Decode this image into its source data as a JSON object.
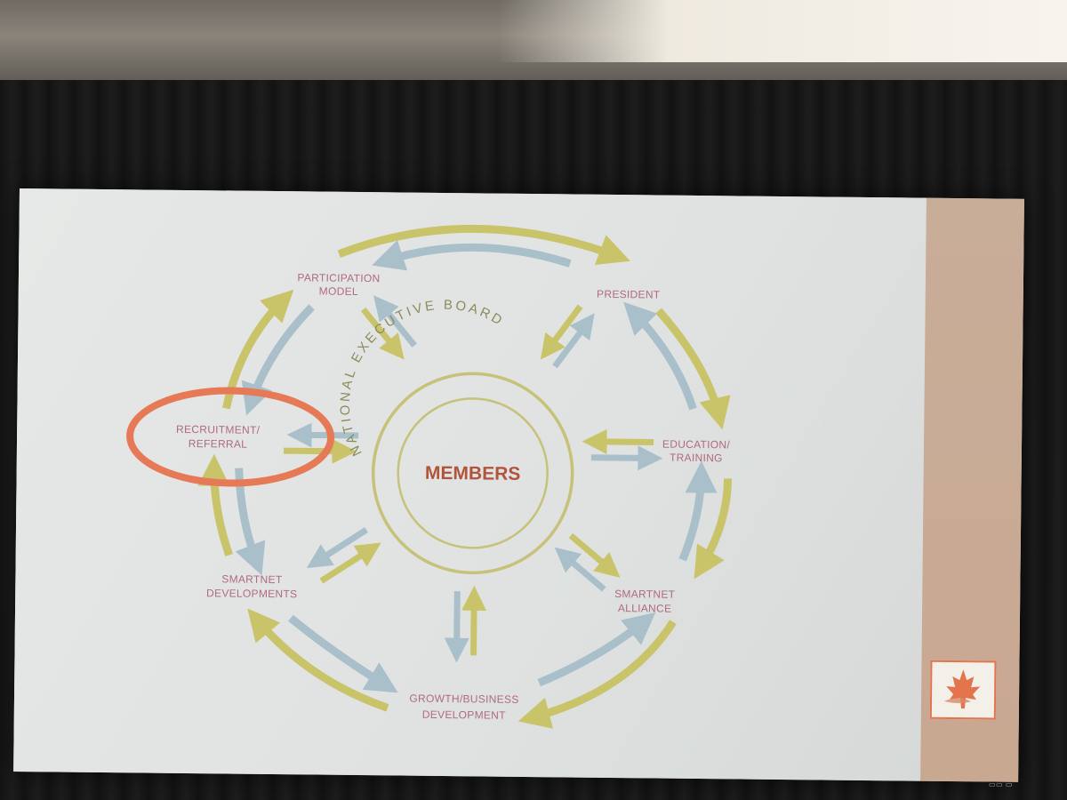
{
  "diagram": {
    "center": {
      "label": "MEMBERS",
      "ring_text": "NATIONAL EXECUTIVE BOARD"
    },
    "nodes": [
      {
        "id": "participation",
        "lines": [
          "PARTICIPATION",
          "MODEL"
        ]
      },
      {
        "id": "president",
        "lines": [
          "PRESIDENT"
        ]
      },
      {
        "id": "education",
        "lines": [
          "EDUCATION/",
          "TRAINING"
        ]
      },
      {
        "id": "alliance",
        "lines": [
          "SMARTNET",
          "ALLIANCE"
        ]
      },
      {
        "id": "growth",
        "lines": [
          "GROWTH/BUSINESS",
          "DEVELOPMENT"
        ]
      },
      {
        "id": "developments",
        "lines": [
          "SMARTNET",
          "DEVELOPMENTS"
        ]
      },
      {
        "id": "recruitment",
        "lines": [
          "RECRUITMENT/",
          "REFERRAL"
        ]
      }
    ],
    "highlighted_node": "recruitment"
  },
  "colors": {
    "arrow_olive": "#c9c46a",
    "arrow_blue": "#a9bfca",
    "label": "#b06a7e",
    "members": "#b2543c",
    "ring": "#c6c27a",
    "highlight": "#e67a56",
    "sidebar": "#c8ad98",
    "logo_border": "#e3744c"
  },
  "logo": {
    "icon": "maple-leaf-icon"
  }
}
